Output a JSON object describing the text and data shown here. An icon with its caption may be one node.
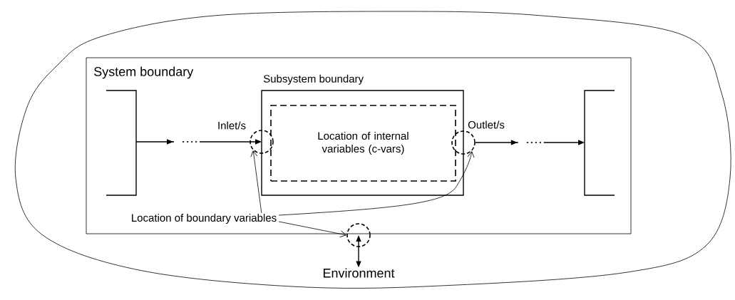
{
  "diagram": {
    "nodes": [
      {
        "text": [],
        "shape": "cloud"
      },
      {
        "text": [
          "System boundary"
        ],
        "in": 0
      },
      {
        "text": [],
        "shape": "box",
        "in": 1
      },
      {
        "text": [
          "Subsystem boundary"
        ],
        "in": 1
      },
      {
        "text": [
          "Location of internal variables (c-vars)"
        ],
        "in": 3
      },
      {
        "text": [],
        "shape": "box",
        "in": 1
      },
      {
        "text": [],
        "shape": "circle",
        "in": 1
      },
      {
        "text": [],
        "shape": "circle",
        "in": 1
      },
      {
        "text": [
          "Location of boundary variables"
        ],
        "in": 1
      },
      {
        "text": [],
        "shape": "circle",
        "in": 0
      },
      {
        "text": [
          "Environment"
        ],
        "in": 0
      }
    ],
    "edges": [
      {
        "from": 2,
        "to": 6,
        "arrow": "to",
        "label": "Inlet/s"
      },
      {
        "from": 7,
        "to": 5,
        "arrow": "to",
        "label": "Outlet/s"
      },
      {
        "from": 8,
        "to": 6,
        "arrow": "to"
      },
      {
        "from": 8,
        "to": 7,
        "arrow": "to"
      },
      {
        "from": 8,
        "to": 9,
        "arrow": "to"
      },
      {
        "from": 9,
        "to": 10,
        "arrow": "both"
      }
    ]
  }
}
